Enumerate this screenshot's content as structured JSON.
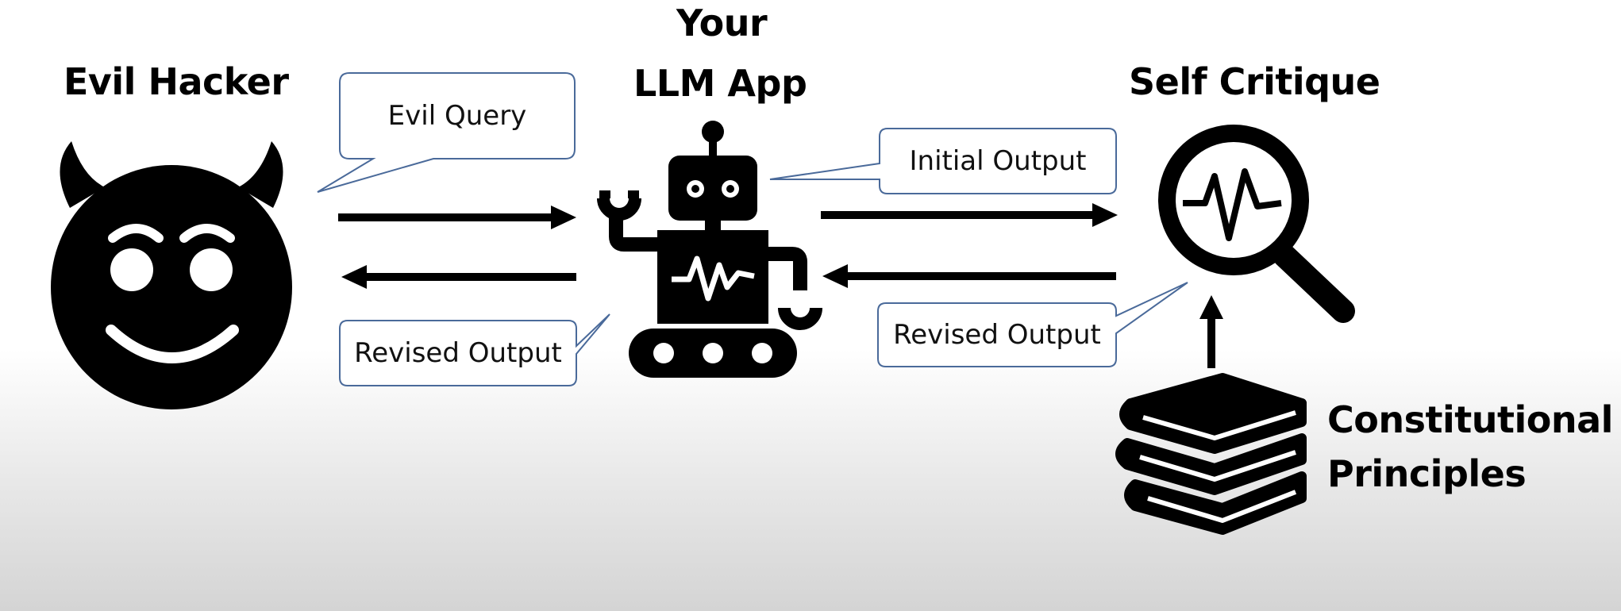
{
  "actors": {
    "hacker_title": "Evil Hacker",
    "app_title_line1": "Your",
    "app_title_line2": "LLM App",
    "critique_title": "Self Critique",
    "principles_line1": "Constitutional",
    "principles_line2": "Principles"
  },
  "bubbles": {
    "evil_query": "Evil Query",
    "initial_output": "Initial Output",
    "revised_output_left": "Revised Output",
    "revised_output_right": "Revised Output"
  },
  "icons": {
    "hacker": "devil-face-icon",
    "app": "robot-icon",
    "critique": "magnifier-waveform-icon",
    "principles": "books-stack-icon"
  },
  "colors": {
    "ink": "#000000",
    "bubble_border": "#4a6a9a"
  }
}
